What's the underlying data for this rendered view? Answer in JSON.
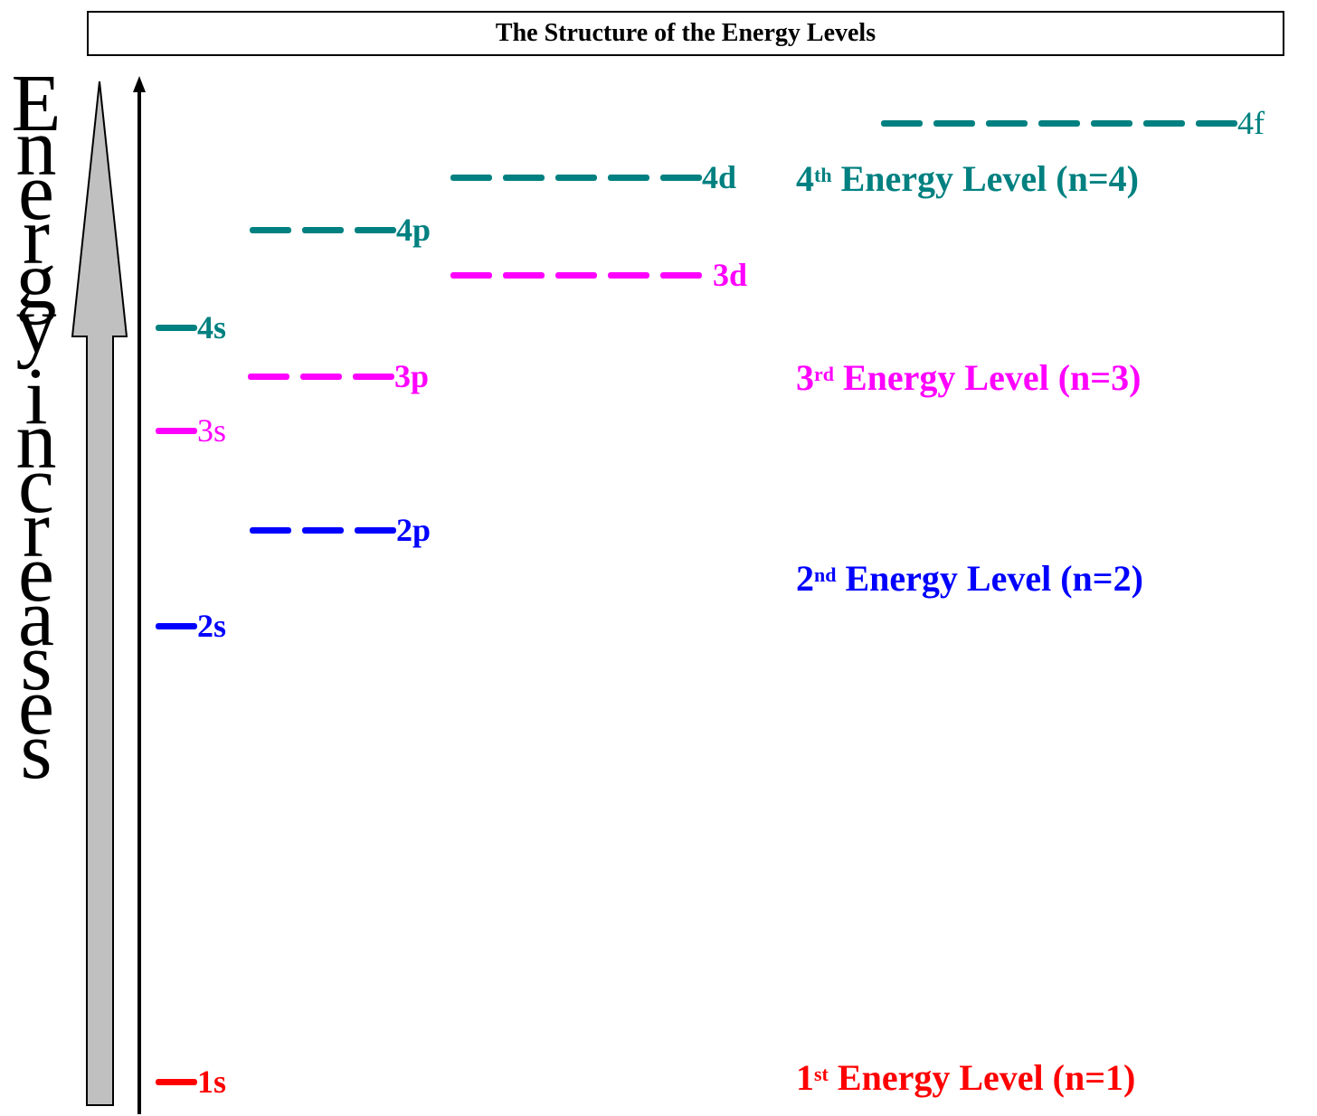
{
  "title": "The Structure of the Energy Levels",
  "axis_word": "Energy increases",
  "colors": {
    "n1": "#ff0000",
    "n2": "#0000ff",
    "n3": "#ff00ff",
    "n4": "#008080",
    "arrow_fill": "#c0c0c0"
  },
  "orbitals": {
    "s1": "1s",
    "s2": "2s",
    "p2": "2p",
    "s3": "3s",
    "p3": "3p",
    "d3": "3d",
    "s4": "4s",
    "p4": "4p",
    "d4": "4d",
    "f4": "4f"
  },
  "levels": {
    "n1": {
      "ordinal": "1",
      "suffix": "st",
      "text": " Energy Level (n=1)"
    },
    "n2": {
      "ordinal": "2",
      "suffix": "nd",
      "text": " Energy Level (n=2)"
    },
    "n3": {
      "ordinal": "3",
      "suffix": "rd",
      "text": " Energy Level (n=3)"
    },
    "n4": {
      "ordinal": "4",
      "suffix": "th",
      "text": " Energy Level (n=4)"
    }
  }
}
